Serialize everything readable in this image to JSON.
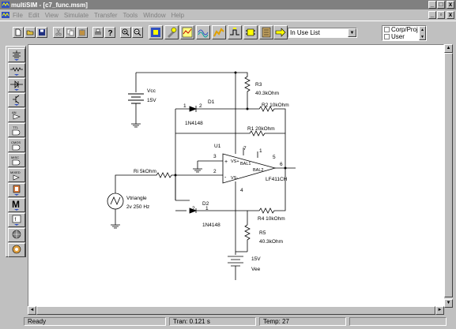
{
  "window": {
    "title": "multiSIM - [c7_func.msm]",
    "controls": {
      "minimize": "_",
      "maximize": "□",
      "close": "x"
    }
  },
  "menu": {
    "items": [
      "File",
      "Edit",
      "View",
      "Simulate",
      "Transfer",
      "Tools",
      "Window",
      "Help"
    ],
    "mdi_controls": {
      "minimize": "_",
      "restore": "▫",
      "close": "x"
    }
  },
  "toolbar": {
    "inuse_select": {
      "value": "In Use List"
    },
    "corp_filter": {
      "items": [
        "Corp/Proj",
        "User"
      ]
    }
  },
  "parts_bin": {
    "items": [
      {
        "icon": "power-source-icon"
      },
      {
        "icon": "resistor-icon"
      },
      {
        "icon": "diode-icon"
      },
      {
        "icon": "transistor-icon"
      },
      {
        "icon": "analog-ic-icon",
        "label": "AN"
      },
      {
        "icon": "ttl-icon",
        "label": "TTL"
      },
      {
        "icon": "cmos-icon",
        "label": "CMOS"
      },
      {
        "icon": "misc-digital-icon",
        "label": "MISC"
      },
      {
        "icon": "mixed-icon",
        "label": "MIXED"
      },
      {
        "icon": "indicator-icon"
      },
      {
        "icon": "misc-icon",
        "label": "M"
      },
      {
        "icon": "controls-icon"
      },
      {
        "icon": "rf-icon"
      },
      {
        "icon": "electromechanical-icon"
      }
    ]
  },
  "schematic": {
    "vcc_source": {
      "name": "Vcc",
      "value": "15V"
    },
    "vee_source": {
      "name": "15V",
      "value": "Vee"
    },
    "r3": {
      "name": "R3",
      "value": "40.3kOhm"
    },
    "r2": {
      "label": "R2  10kOhm"
    },
    "r1": {
      "label": "R1  20kOhm"
    },
    "ri": {
      "label": "Ri  5kOhm"
    },
    "r4": {
      "label": "R4  10kOhm"
    },
    "r5": {
      "name": "R5",
      "value": "40.3kOhm"
    },
    "d1": {
      "name": "D1",
      "part": "1N4148",
      "pin1": "1",
      "pin2": "2"
    },
    "d2": {
      "name": "D2",
      "part": "1N4148",
      "pin1": "1",
      "pin2": "2"
    },
    "u1": {
      "name": "U1",
      "part": "LF411CH",
      "pins": {
        "p1": "1",
        "p2": "2",
        "p3": "3",
        "p4": "4",
        "p5": "5",
        "p6": "6",
        "p7": "7"
      },
      "labels": {
        "vs_plus": "VS+",
        "vs_minus": "VS-",
        "bal1": "BAL1",
        "bal2": "BAL2",
        "plus": "+",
        "minus": "-"
      }
    },
    "source": {
      "name": "Vtriangle",
      "value": "2v 250 Hz"
    }
  },
  "status": {
    "message": "Ready",
    "tran": "Tran: 0.121 s",
    "temp": "Temp: 27"
  }
}
